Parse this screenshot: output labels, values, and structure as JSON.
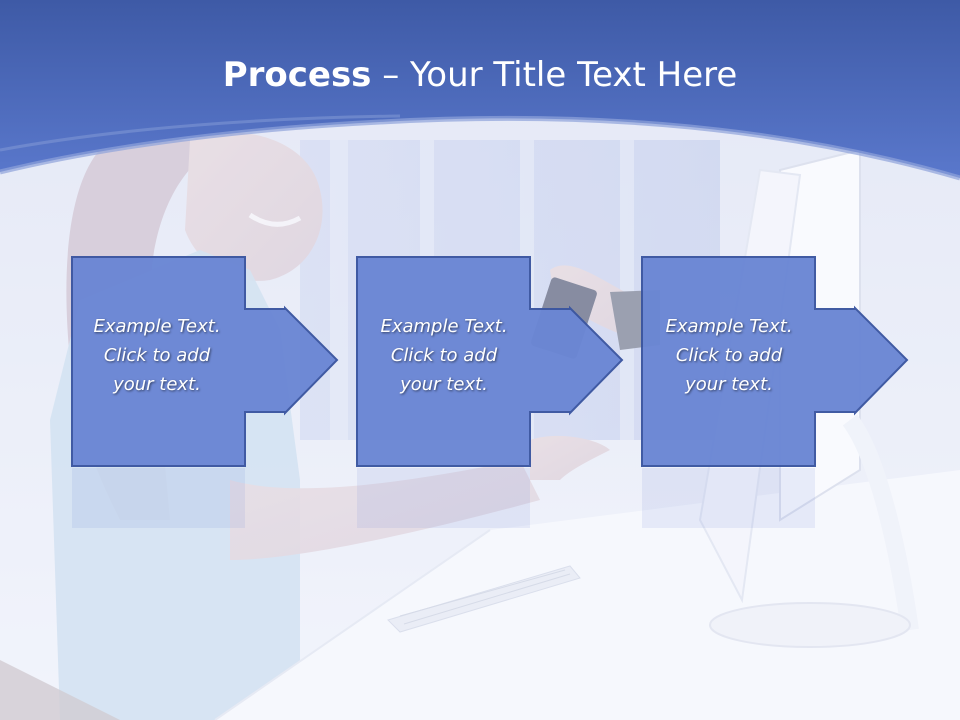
{
  "slide": {
    "title_bold": "Process",
    "title_rest": " – Your Title Text Here",
    "steps": [
      {
        "text": "Example Text.\nClick  to add\nyour text."
      },
      {
        "text": "Example Text.\nClick  to add\nyour text."
      },
      {
        "text": "Example Text.\nClick  to add\nyour text."
      }
    ]
  },
  "colors": {
    "header_blue": "#4a6bc0",
    "box_fill": "#6a86d4",
    "box_stroke": "#3a55a0",
    "text": "#ffffff"
  }
}
